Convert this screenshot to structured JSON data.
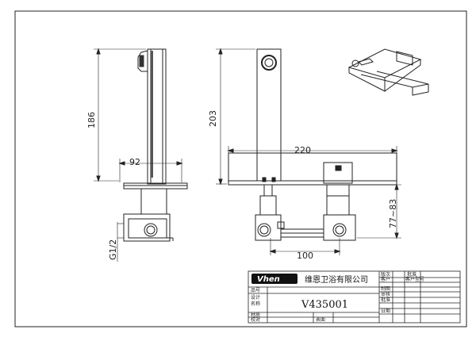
{
  "dimensions": {
    "height_side": "186",
    "width_side": "92",
    "height_front": "203",
    "width_front": "220",
    "valve_height": "77~83",
    "valve_spacing": "100",
    "thread": "G1/2"
  },
  "title_block": {
    "logo": "Vhen",
    "company": "维恩卫浴有限公司",
    "model": "V435001",
    "labels": {
      "version": "版次",
      "approval": "批准",
      "customer": "客户",
      "customer_model": "客户型号",
      "design": "设计",
      "drafting": "制图",
      "check": "审核",
      "stamp": "批准",
      "date": "日期",
      "name": "名称",
      "material": "材质",
      "finish": "表面",
      "proofread": "校对",
      "code": "品号"
    }
  }
}
